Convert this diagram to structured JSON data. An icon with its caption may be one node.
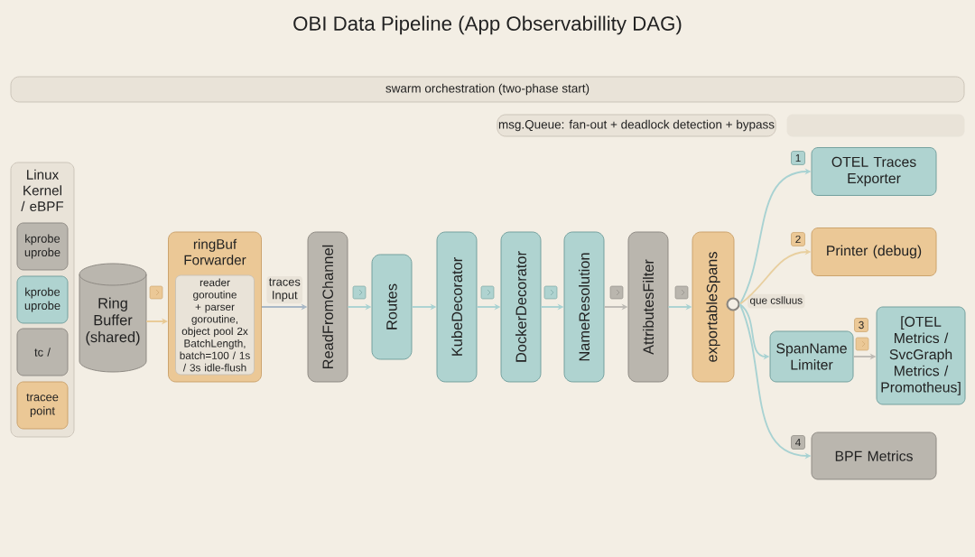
{
  "diagram": {
    "title": "OBI Data Pipeline (App Observabillity DAG)",
    "nodes": [
      {
        "text": [
          "swarm orchestration (two-phase start)"
        ]
      },
      {
        "text": [
          "msg.Queue: fan-out + deadlock  detection + bypass"
        ]
      },
      {
        "text": [],
        "shape": "box"
      },
      {
        "text": [
          "Linux Kernel / eBPF"
        ]
      },
      {
        "text": [
          "kprobe uprobe"
        ],
        "in": 3
      },
      {
        "text": [
          "kprobe uprobe"
        ],
        "in": 3
      },
      {
        "text": [
          "tc /"
        ],
        "in": 3
      },
      {
        "text": [
          "tracee point"
        ],
        "in": 3
      },
      {
        "text": [
          "Ring Buffer (shared)"
        ]
      },
      {
        "text": [
          "ringBuf Forwarder"
        ]
      },
      {
        "text": [
          "reader goroutine + parser goroutine, object pool 2x BatchLength, batch=100 / 1s / 3s idle-flush"
        ],
        "in": 9
      },
      {
        "text": [
          "ReadFromChannel"
        ]
      },
      {
        "text": [
          "Routes"
        ]
      },
      {
        "text": [
          "KubeDecorator"
        ]
      },
      {
        "text": [
          "DockerDecorator"
        ]
      },
      {
        "text": [
          "NameResolution"
        ]
      },
      {
        "text": [
          "AttributesFilter"
        ]
      },
      {
        "text": [
          "exportableSpans"
        ]
      },
      {
        "text": [],
        "shape": "circle",
        "beside": [
          "que cslluus"
        ]
      },
      {
        "text": [
          "OTEL Traces Exporter"
        ]
      },
      {
        "text": [
          "Printer (debug)"
        ]
      },
      {
        "text": [
          "SpanName Limiter"
        ]
      },
      {
        "text": [
          "[OTEL Metrics / SvcGraph Metrics / Promotheus]"
        ]
      },
      {
        "text": [
          "BPF Metrics"
        ]
      }
    ],
    "edges": [
      {
        "from": 8,
        "to": 9,
        "arrow": "to",
        "color": "#e8c993"
      },
      {
        "from": 9,
        "to": 11,
        "arrow": "to",
        "label": "traces Input",
        "color": "#a9b8c6"
      },
      {
        "from": 11,
        "to": 12,
        "arrow": "to"
      },
      {
        "from": 12,
        "to": 13,
        "arrow": "to"
      },
      {
        "from": 13,
        "to": 14,
        "arrow": "to"
      },
      {
        "from": 14,
        "to": 15,
        "arrow": "to"
      },
      {
        "from": 15,
        "to": 16,
        "arrow": "to",
        "color": "#bdbab4"
      },
      {
        "from": 16,
        "to": 17,
        "arrow": "to"
      },
      {
        "from": 18,
        "to": 19,
        "arrow": "to"
      },
      {
        "from": 18,
        "to": 20,
        "arrow": "to",
        "color": "#e8cf9f"
      },
      {
        "from": 18,
        "to": 21,
        "arrow": "to"
      },
      {
        "from": 21,
        "to": 22,
        "arrow": "to",
        "color": "#bdbab4"
      },
      {
        "from": 18,
        "to": 23,
        "arrow": "to"
      }
    ],
    "labels": [
      "1",
      "2",
      "3",
      "4"
    ]
  }
}
